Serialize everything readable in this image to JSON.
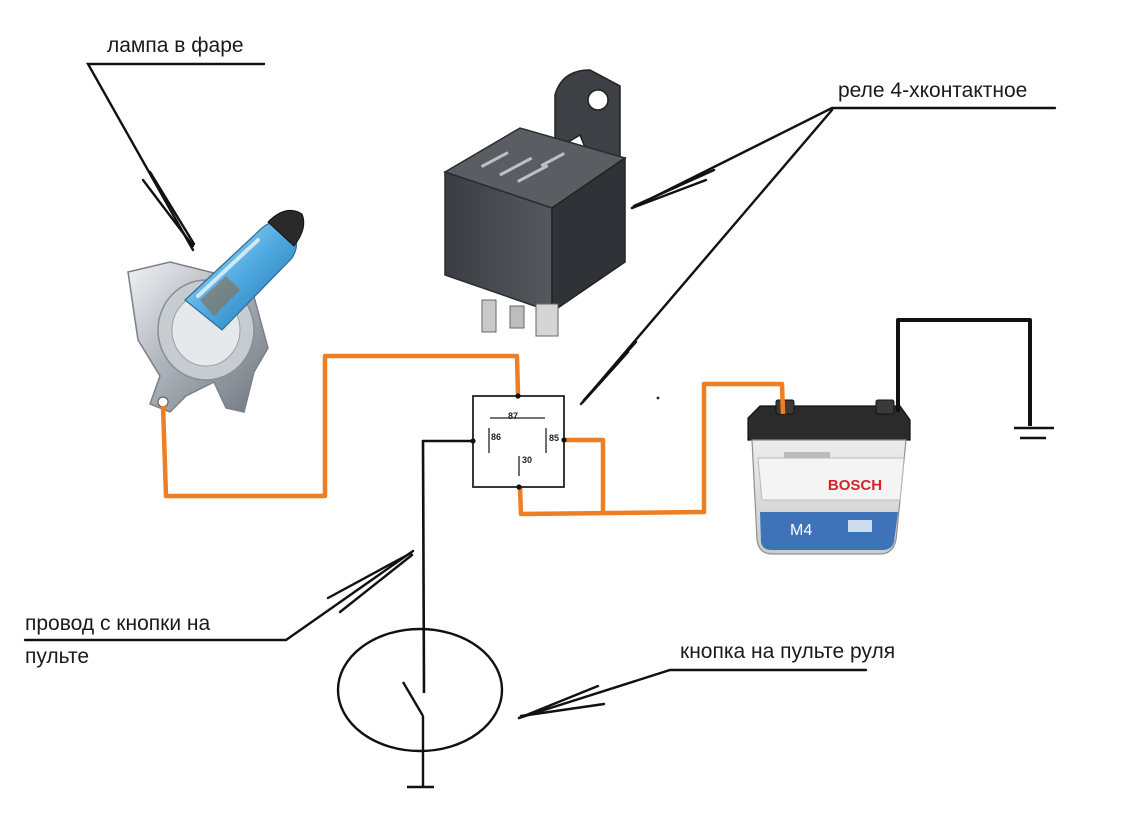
{
  "labels": {
    "lamp": "лампа в фаре",
    "relay": "реле 4-хконтактное",
    "button_wire_line1": "провод с кнопки на",
    "button_wire_line2": "пульте",
    "button": "кнопка на пульте руля"
  },
  "relay_pins": {
    "p87": "87",
    "p86": "86",
    "p85": "85",
    "p30": "30"
  },
  "battery": {
    "brand": "BOSCH",
    "model": "M4"
  },
  "colors": {
    "wire_orange": "#ef7d22",
    "wire_black": "#111111",
    "battery_blue": "#3f73b8",
    "brand_red": "#d4242a",
    "relay_body": "#474b50",
    "bulb_blue": "#5fb7e6"
  },
  "icons": {
    "lamp": "headlight-bulb-icon",
    "relay": "automotive-relay-icon",
    "battery": "battery-icon",
    "ground": "ground-symbol-icon",
    "switch": "push-button-switch-icon"
  }
}
